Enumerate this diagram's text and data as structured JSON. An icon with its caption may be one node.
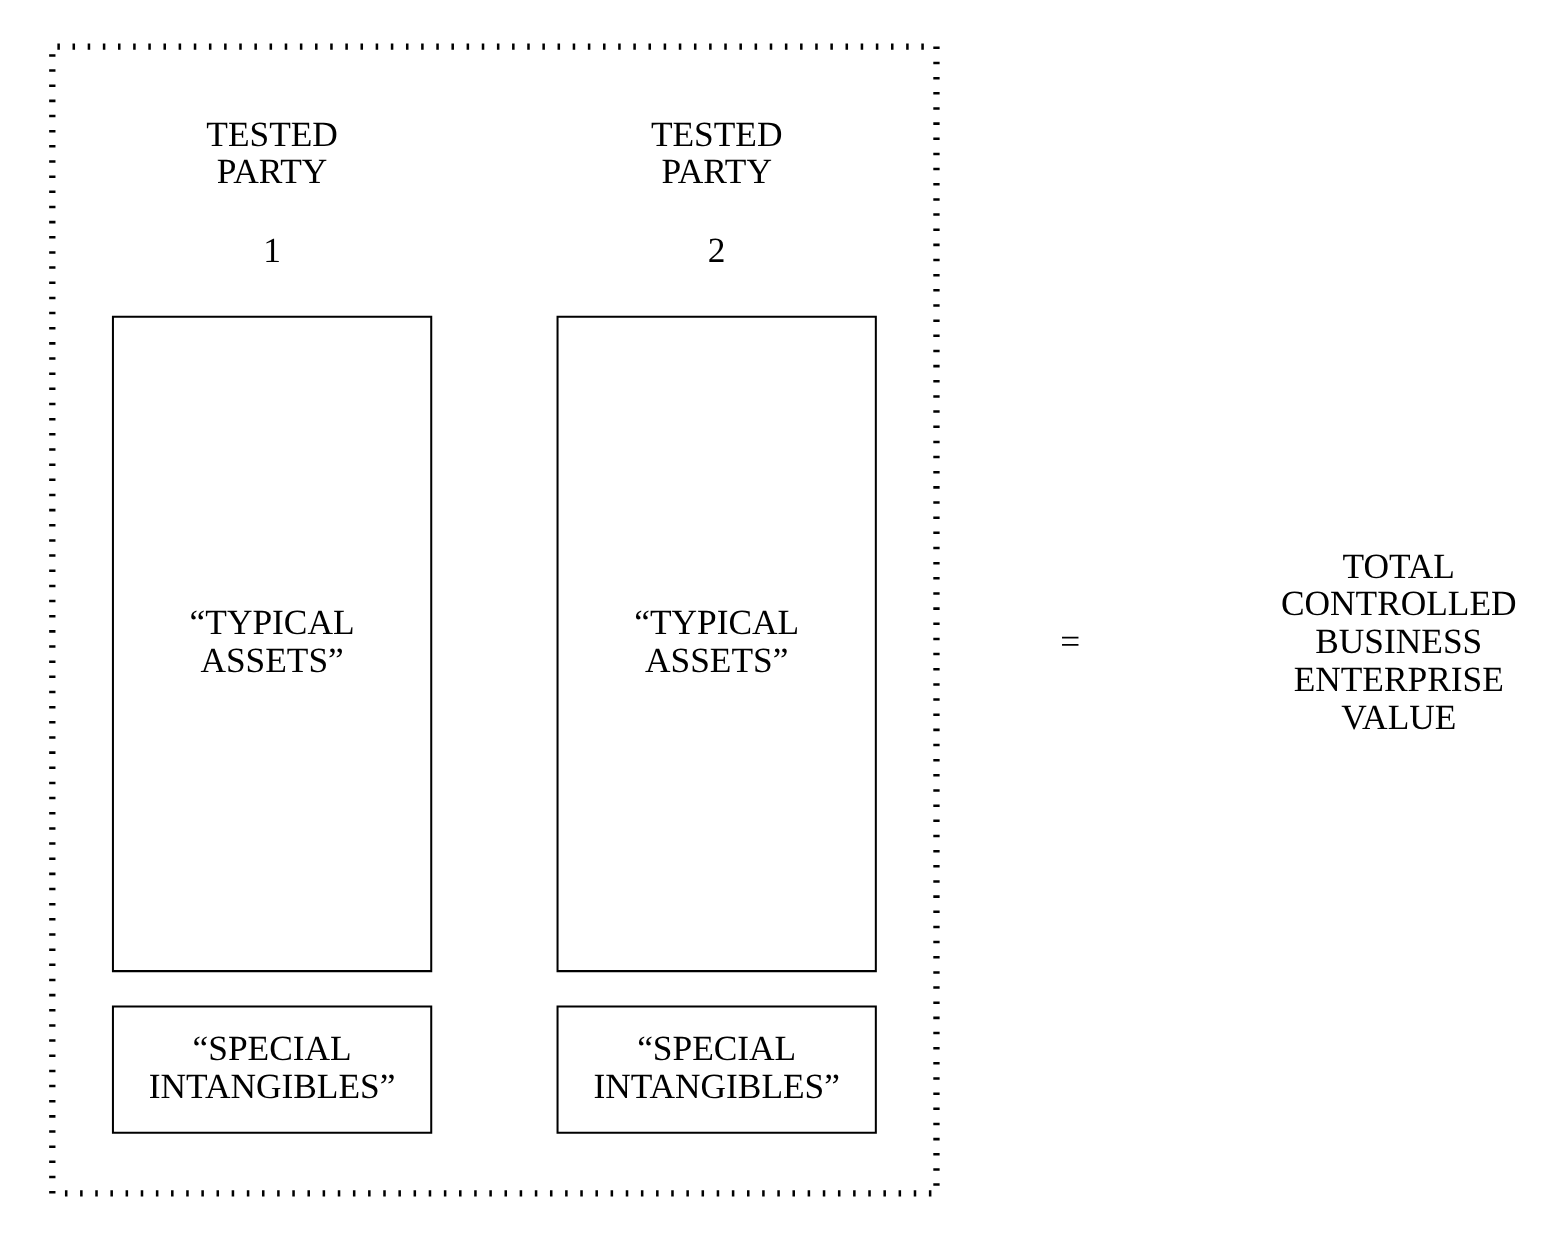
{
  "diagram": {
    "nodes": [
      {
        "text": [],
        "shape": "box"
      },
      {
        "text": [
          "“TYPICAL ASSETS”"
        ],
        "in": 0,
        "beside": [
          "TESTED PARTY",
          "1"
        ]
      },
      {
        "text": [
          "“TYPICAL ASSETS”"
        ],
        "in": 0,
        "beside": [
          "TESTED PARTY",
          "2"
        ]
      },
      {
        "text": [
          "“SPECIAL INTANGIBLES”"
        ],
        "in": 0
      },
      {
        "text": [
          "“SPECIAL INTANGIBLES”"
        ],
        "in": 0
      }
    ],
    "edges": [],
    "labels": [
      "=",
      "TOTAL CONTROLLED BUSINESS ENTERPRISE VALUE"
    ]
  }
}
